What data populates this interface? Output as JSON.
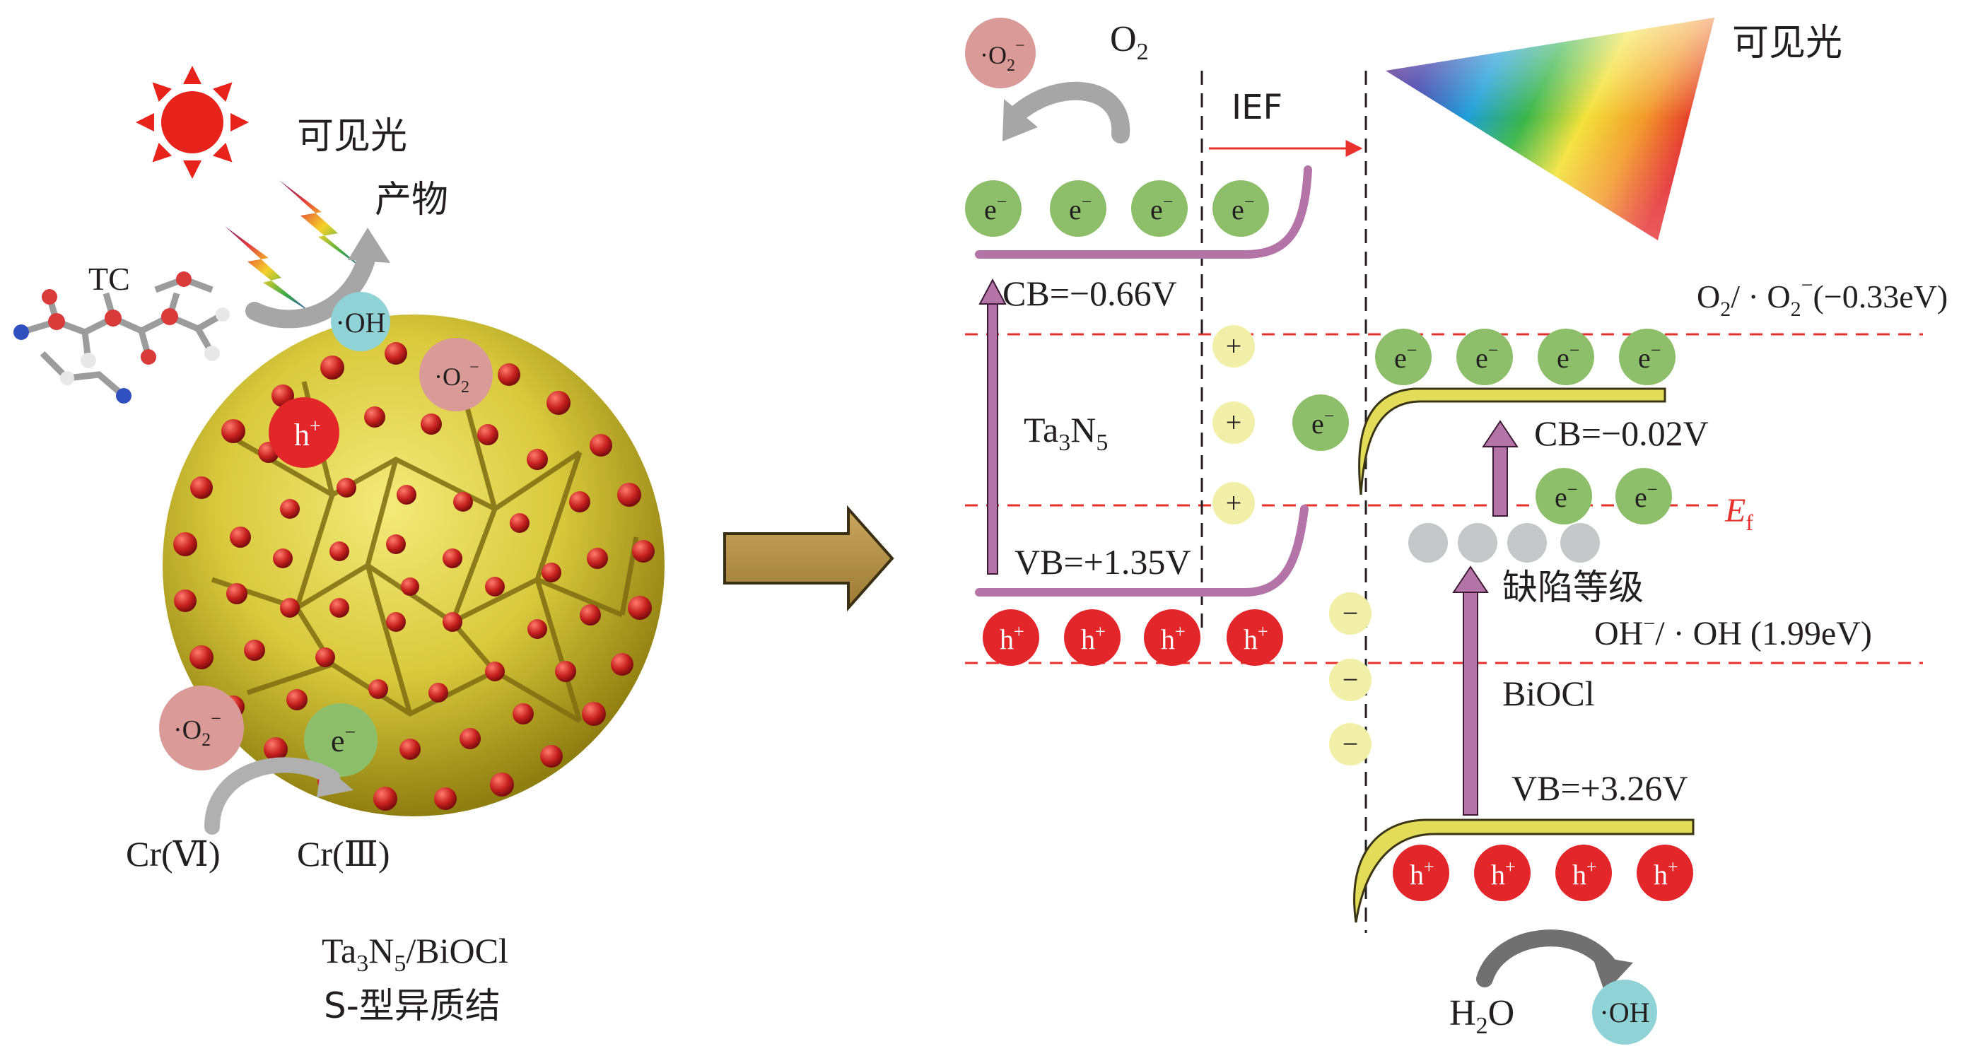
{
  "left_panel": {
    "light_label": "可见光",
    "product_label": "产物",
    "tc_label": "TC",
    "oh_species": "·OH",
    "superoxide_base": "·O",
    "superoxide_sub": "2",
    "superoxide_sup": "−",
    "hole_base": "h",
    "hole_sup": "+",
    "electron_base": "e",
    "electron_sup": "−",
    "cr6_label": "Cr(Ⅵ)",
    "cr3_label": "Cr(Ⅲ)",
    "composite_a": "Ta",
    "composite_a_sub": "3",
    "composite_b": "N",
    "composite_b_sub": "5",
    "composite_c": "/BiOCl",
    "junction_label": "S-型异质结"
  },
  "right_panel": {
    "o2_base": "O",
    "o2_sub": "2",
    "ief_label": "IEF",
    "light_label": "可见光",
    "ta3n5_cb_label": "CB=−0.66V",
    "ta3n5_vb_label": "VB=+1.35V",
    "ta3n5_a": "Ta",
    "ta3n5_a_sub": "3",
    "ta3n5_b": "N",
    "ta3n5_b_sub": "5",
    "superoxide_ref_a": "O",
    "superoxide_ref_sub": "2",
    "superoxide_ref_b": "/ · O",
    "superoxide_ref_sub2": "2",
    "superoxide_ref_sup": "−",
    "superoxide_ref_c": "(−0.33eV)",
    "biocl_cb_label": "CB=−0.02V",
    "fermi_label": "E",
    "fermi_sub": "f",
    "defect_label": "缺陷等级",
    "oh_ref_a": "OH",
    "oh_ref_sup": "−",
    "oh_ref_b": "/ · OH (1.99eV)",
    "biocl_label": "BiOCl",
    "biocl_vb_label": "VB=+3.26V",
    "water_base": "H",
    "water_sub": "2",
    "water_end": "O",
    "oh_product": "·OH",
    "plus_sign": "+",
    "minus_sign": "−",
    "electron_base": "e",
    "electron_sup": "−",
    "hole_base": "h",
    "hole_sup": "+"
  },
  "colors": {
    "electron_green": "#8dbf6a",
    "hole_red": "#e3262a",
    "superoxide_pink": "#d99a98",
    "hydroxyl_cyan": "#8fd3d6",
    "ta3n5_band_violet": "#b574a7",
    "biocl_band_yellow": "#e3dc58",
    "charge_yellow": "#f2f0a8",
    "defect_grey": "#c5c8c8",
    "reference_dashed_red": "#e8302c",
    "particle_yellow": "#d8c93c",
    "sun_red": "#e8231c"
  },
  "icons": [
    "sun-icon",
    "spectrum-fan-icon",
    "process-arrow-icon",
    "lightning-bolt-icon",
    "tc-molecule-icon"
  ]
}
